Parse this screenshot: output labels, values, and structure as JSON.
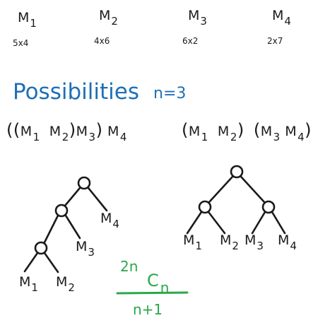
{
  "matrices": [
    {
      "label": "M",
      "sub": "1",
      "dims": "5x4"
    },
    {
      "label": "M",
      "sub": "2",
      "dims": "4x6"
    },
    {
      "label": "M",
      "sub": "3",
      "dims": "6x2"
    },
    {
      "label": "M",
      "sub": "4",
      "dims": "2x7"
    }
  ],
  "heading": {
    "text": "Possibilities",
    "n_label": "n=3"
  },
  "expr1": {
    "open_outer": "((",
    "m1": "M",
    "s1": "1",
    "m2": "M",
    "s2": "2",
    "close_inner": ")",
    "m3": "M",
    "s3": "3",
    "close_outer": ")",
    "m4": "M",
    "s4": "4"
  },
  "expr2": {
    "open_a": "(",
    "m1": "M",
    "s1": "1",
    "m2": "M",
    "s2": "2",
    "close_a": ")",
    "open_b": "(",
    "m3": "M",
    "s3": "3",
    "m4": "M",
    "s4": "4",
    "close_b": ")"
  },
  "tree_left": {
    "leaves": [
      {
        "m": "M",
        "s": "4"
      },
      {
        "m": "M",
        "s": "3"
      },
      {
        "m": "M",
        "s": "1"
      },
      {
        "m": "M",
        "s": "2"
      }
    ]
  },
  "tree_right": {
    "leaves": [
      {
        "m": "M",
        "s": "1"
      },
      {
        "m": "M",
        "s": "2"
      },
      {
        "m": "M",
        "s": "3"
      },
      {
        "m": "M",
        "s": "4"
      }
    ]
  },
  "formula": {
    "top": "2n",
    "c": "C",
    "c_sub": "n",
    "bottom": "n+1"
  },
  "colors": {
    "ink": "#1a1a1a",
    "blue": "#1f6fb5",
    "green": "#2aa84a"
  }
}
